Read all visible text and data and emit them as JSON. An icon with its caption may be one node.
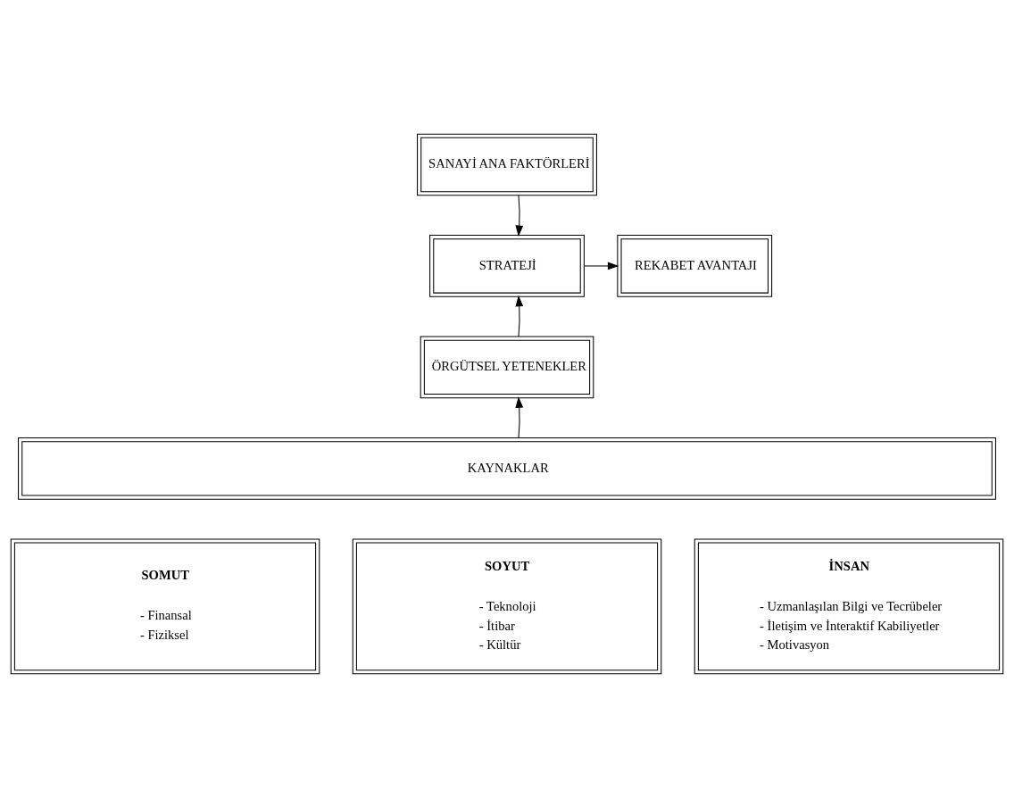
{
  "diagram": {
    "nodes": [
      {
        "text": [
          "SANAYİ ANA FAKTÖRLERİ"
        ]
      },
      {
        "text": [
          "REKABET AVANTAJI"
        ]
      },
      {
        "text": [
          "STRATEJİ"
        ]
      },
      {
        "text": [
          "ÖRGÜTSEL YETENEKLER"
        ]
      },
      {
        "text": [
          "KAYNAKLAR"
        ]
      },
      {
        "text": [
          "SOMUT",
          "- Finansal",
          "- Fiziksel"
        ]
      },
      {
        "text": [
          "SOYUT",
          "- Teknoloji",
          "- İtibar",
          "- Kültür"
        ]
      },
      {
        "text": [
          "İNSAN",
          "- Uzmanlaşılan Bilgi ve Tecrübeler",
          "- İletişim ve İnteraktif Kabiliyetler",
          "- Motivasyon"
        ]
      }
    ],
    "edges": [
      {
        "from": 0,
        "to": 2,
        "arrow": "to"
      },
      {
        "from": 2,
        "to": 1,
        "arrow": "to"
      },
      {
        "from": 3,
        "to": 2,
        "arrow": "to"
      },
      {
        "from": 4,
        "to": 3,
        "arrow": "to"
      }
    ]
  }
}
